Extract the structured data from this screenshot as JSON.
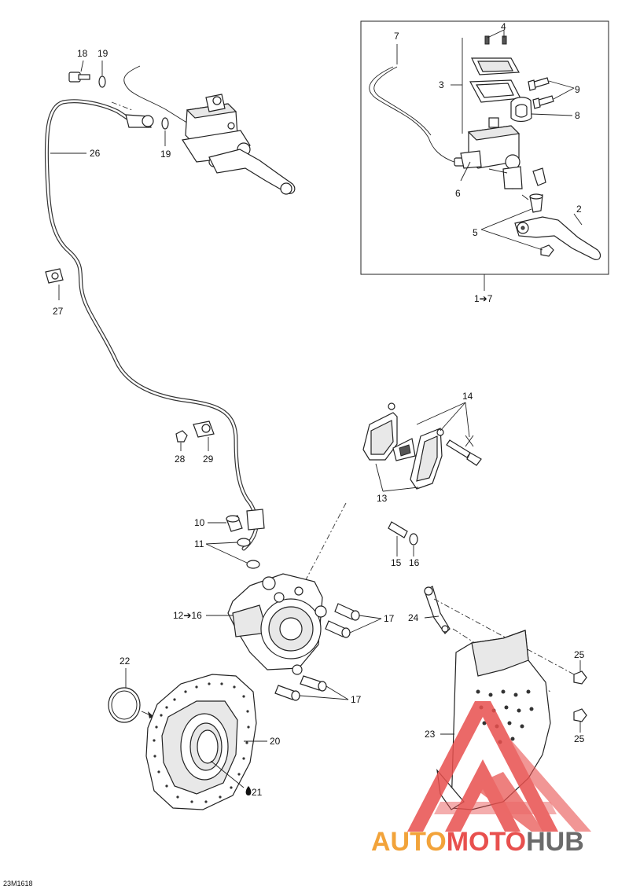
{
  "diagram": {
    "figure_code": "23M1618",
    "labels": {
      "n1to7": "1➔7",
      "n2": "2",
      "n3": "3",
      "n4": "4",
      "n5": "5",
      "n6": "6",
      "n7": "7",
      "n8": "8",
      "n9": "9",
      "n10": "10",
      "n11": "11",
      "n12to16": "12➔16",
      "n13": "13",
      "n14": "14",
      "n15": "15",
      "n16": "16",
      "n17a": "17",
      "n17b": "17",
      "n18": "18",
      "n19a": "19",
      "n19b": "19",
      "n20": "20",
      "n21": "21",
      "n22": "22",
      "n23": "23",
      "n24": "24",
      "n25a": "25",
      "n25b": "25",
      "n26": "26",
      "n27": "27",
      "n28": "28",
      "n29": "29"
    }
  },
  "watermark": {
    "part1": "AUTO",
    "part2": "MOTO",
    "part3": "HUB",
    "colors": {
      "red": "#e8504e",
      "orange": "#f2a33a",
      "gray": "#6b6b6b"
    }
  }
}
